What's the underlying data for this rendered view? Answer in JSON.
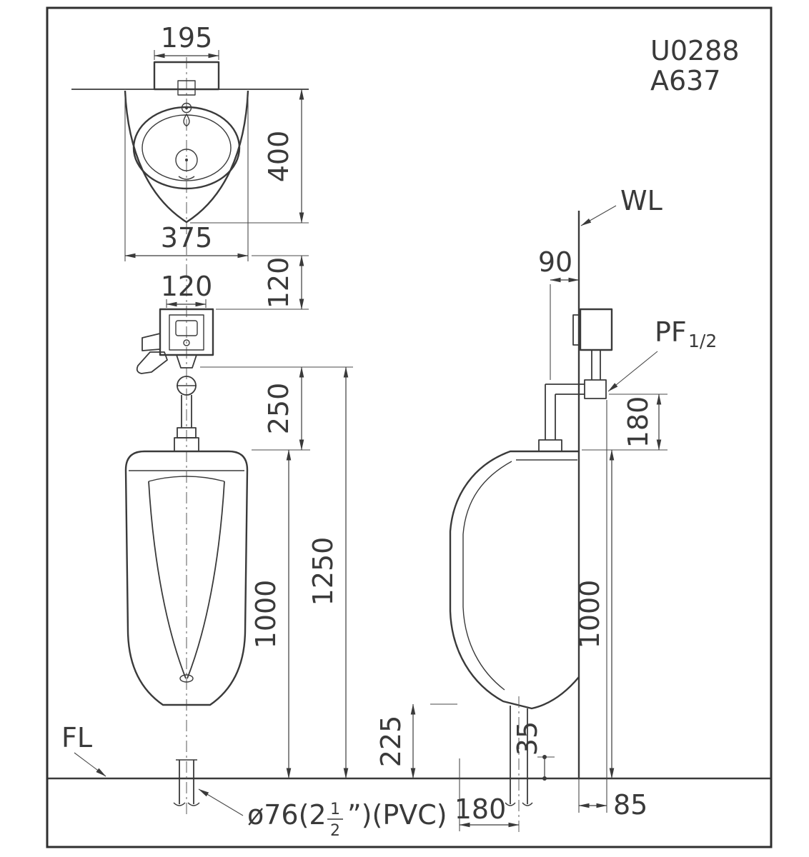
{
  "title_block": {
    "model_code_1": "U0288",
    "model_code_2": "A637"
  },
  "colors": {
    "line": "#3a3a3a",
    "text": "#3a3a3a",
    "background": "#ffffff"
  },
  "labels": {
    "wall_line": "WL",
    "floor_line": "FL",
    "fitting_label": "PF",
    "fitting_size": "1/2"
  },
  "front_view": {
    "dim_inlet_width": "195",
    "dim_depth": "400",
    "dim_width": "375",
    "dim_valve_vertical": "120",
    "dim_valve_width": "120",
    "dim_valve_to_rim": "250",
    "dim_rim_to_floor": "1000",
    "dim_valve_to_floor": "1250"
  },
  "side_view": {
    "dim_inlet_to_wall": "90",
    "dim_elbow_to_rim": "180",
    "dim_rim_to_floor": "1000",
    "dim_lip_to_floor": "225",
    "dim_outlet_height": "35",
    "dim_pipe_to_wall": "85",
    "dim_outlet_to_front": "180"
  },
  "notes": {
    "drain_note_prefix": "ø76(2",
    "drain_note_frac_numerator": "1",
    "drain_note_frac_denominator": "2",
    "drain_note_suffix": "”)(PVC)"
  }
}
